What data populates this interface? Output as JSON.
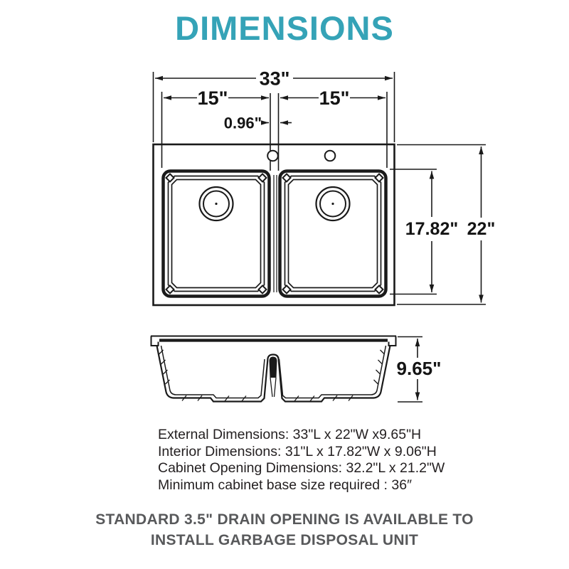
{
  "title": "DIMENSIONS",
  "colors": {
    "accent": "#35a3b7",
    "line": "#1a1a1a",
    "spec_text": "#231f20",
    "note_text": "#58595b"
  },
  "dims": {
    "overall_width": "33\"",
    "left_bowl_width": "15\"",
    "right_bowl_width": "15\"",
    "divider_width": "0.96\"",
    "interior_depth": "17.82\"",
    "overall_depth": "22\"",
    "height": "9.65\""
  },
  "specs": {
    "external": "External Dimensions: 33\"L x 22\"W x9.65\"H",
    "interior": "Interior Dimensions: 31\"L x 17.82\"W x 9.06\"H",
    "cabinet_opening": "Cabinet Opening Dimensions: 32.2\"L x 21.2\"W",
    "minimum_base": "Minimum cabinet base size required : 36″"
  },
  "note": {
    "line1": "STANDARD 3.5\" DRAIN OPENING IS AVAILABLE TO",
    "line2": "INSTALL GARBAGE DISPOSAL UNIT"
  }
}
